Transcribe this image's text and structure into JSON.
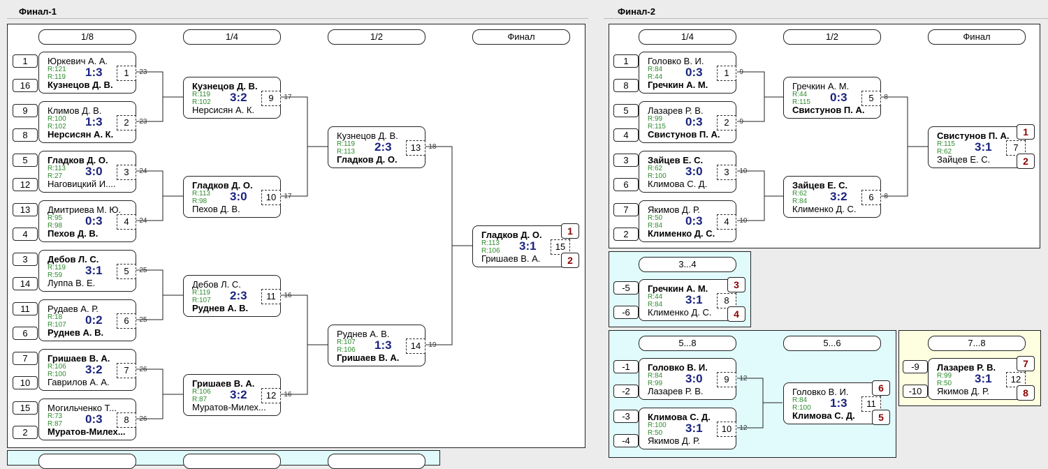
{
  "final1": {
    "title": "Финал-1",
    "rounds": [
      "1/8",
      "1/4",
      "1/2",
      "Финал"
    ],
    "seeds": [
      "1",
      "16",
      "9",
      "8",
      "5",
      "12",
      "13",
      "4",
      "3",
      "14",
      "11",
      "6",
      "7",
      "10",
      "15",
      "2"
    ],
    "matches": [
      {
        "p1": "Юркевич А. А.",
        "p2": "Кузнецов Д. В.",
        "r1": "R:121",
        "r2": "R:119",
        "score": "1:3",
        "num": "1",
        "diff": "-23"
      },
      {
        "p1": "Климов Д. В.",
        "p2": "Нерсисян А. К.",
        "r1": "R:100",
        "r2": "R:102",
        "score": "1:3",
        "num": "2",
        "diff": "-23"
      },
      {
        "p1": "Гладков Д. О.",
        "p2": "Наговицкий И....",
        "r1": "R:113",
        "r2": "R:27",
        "score": "3:0",
        "num": "3",
        "diff": "-24"
      },
      {
        "p1": "Дмитриева М. Ю.",
        "p2": "Пехов Д. В.",
        "r1": "R:95",
        "r2": "R:98",
        "score": "0:3",
        "num": "4",
        "diff": "-24"
      },
      {
        "p1": "Дебов Л. С.",
        "p2": "Луппа В. Е.",
        "r1": "R:119",
        "r2": "R:59",
        "score": "3:1",
        "num": "5",
        "diff": "-25"
      },
      {
        "p1": "Рудаев А. Р.",
        "p2": "Руднев А. В.",
        "r1": "R:18",
        "r2": "R:107",
        "score": "0:2",
        "num": "6",
        "diff": "-25"
      },
      {
        "p1": "Гришаев В. А.",
        "p2": "Гаврилов А. А.",
        "r1": "R:106",
        "r2": "R:100",
        "score": "3:2",
        "num": "7",
        "diff": "-26"
      },
      {
        "p1": "Могильченко Т...",
        "p2": "Муратов-Милех...",
        "r1": "R:73",
        "r2": "R:87",
        "score": "0:3",
        "num": "8",
        "diff": "-26"
      },
      {
        "p1": "Кузнецов Д. В.",
        "p2": "Нерсисян А. К.",
        "r1": "R:119",
        "r2": "R:102",
        "score": "3:2",
        "num": "9",
        "diff": "-17"
      },
      {
        "p1": "Гладков Д. О.",
        "p2": "Пехов Д. В.",
        "r1": "R:113",
        "r2": "R:98",
        "score": "3:0",
        "num": "10",
        "diff": "-17"
      },
      {
        "p1": "Дебов Л. С.",
        "p2": "Руднев А. В.",
        "r1": "R:119",
        "r2": "R:107",
        "score": "2:3",
        "num": "11",
        "diff": "-16"
      },
      {
        "p1": "Гришаев В. А.",
        "p2": "Муратов-Милех...",
        "r1": "R:106",
        "r2": "R:87",
        "score": "3:2",
        "num": "12",
        "diff": "-16"
      },
      {
        "p1": "Кузнецов Д. В.",
        "p2": "Гладков Д. О.",
        "r1": "R:119",
        "r2": "R:113",
        "score": "2:3",
        "num": "13",
        "diff": "-18"
      },
      {
        "p1": "Руднев А. В.",
        "p2": "Гришаев В. А.",
        "r1": "R:107",
        "r2": "R:106",
        "score": "1:3",
        "num": "14",
        "diff": "-19"
      },
      {
        "p1": "Гладков Д. О.",
        "p2": "Гришаев В. А.",
        "r1": "R:113",
        "r2": "R:106",
        "score": "3:1",
        "num": "15",
        "diff": "",
        "place1": "1",
        "place2": "2"
      }
    ]
  },
  "final2": {
    "title": "Финал-2",
    "rounds": [
      "1/4",
      "1/2",
      "Финал"
    ],
    "seeds": [
      "1",
      "8",
      "5",
      "4",
      "3",
      "6",
      "7",
      "2"
    ],
    "matches": [
      {
        "p1": "Головко В. И.",
        "p2": "Гречкин А. М.",
        "r1": "R:84",
        "r2": "R:44",
        "score": "0:3",
        "num": "1",
        "diff": "-9"
      },
      {
        "p1": "Лазарев Р. В.",
        "p2": "Свистунов П. А.",
        "r1": "R:99",
        "r2": "R:115",
        "score": "0:3",
        "num": "2",
        "diff": "-9"
      },
      {
        "p1": "Зайцев Е. С.",
        "p2": "Климова С. Д.",
        "r1": "R:62",
        "r2": "R:100",
        "score": "3:0",
        "num": "3",
        "diff": "-10"
      },
      {
        "p1": "Якимов Д. Р.",
        "p2": "Клименко Д. С.",
        "r1": "R:50",
        "r2": "R:84",
        "score": "0:3",
        "num": "4",
        "diff": "-10"
      },
      {
        "p1": "Гречкин А. М.",
        "p2": "Свистунов П. А.",
        "r1": "R:44",
        "r2": "R:115",
        "score": "0:3",
        "num": "5",
        "diff": "-8"
      },
      {
        "p1": "Зайцев Е. С.",
        "p2": "Клименко Д. С.",
        "r1": "R:62",
        "r2": "R:84",
        "score": "3:2",
        "num": "6",
        "diff": "-8"
      },
      {
        "p1": "Свистунов П. А.",
        "p2": "Зайцев Е. С.",
        "r1": "R:115",
        "r2": "R:62",
        "score": "3:1",
        "num": "7",
        "diff": "",
        "place1": "1",
        "place2": "2"
      }
    ],
    "third": {
      "header": "3...4",
      "seeds": [
        "-5",
        "-6"
      ],
      "match": {
        "p1": "Гречкин А. М.",
        "p2": "Клименко Д. С.",
        "r1": "R:44",
        "r2": "R:84",
        "score": "3:1",
        "num": "8",
        "place1": "3",
        "place2": "4"
      }
    },
    "fifth": {
      "headers": [
        "5...8",
        "5...6"
      ],
      "seeds": [
        "-1",
        "-2",
        "-3",
        "-4"
      ],
      "matches": [
        {
          "p1": "Головко В. И.",
          "p2": "Лазарев Р. В.",
          "r1": "R:84",
          "r2": "R:99",
          "score": "3:0",
          "num": "9",
          "diff": "-12"
        },
        {
          "p1": "Климова С. Д.",
          "p2": "Якимов Д. Р.",
          "r1": "R:100",
          "r2": "R:50",
          "score": "3:1",
          "num": "10",
          "diff": "-12"
        },
        {
          "p1": "Головко В. И.",
          "p2": "Климова С. Д.",
          "r1": "R:84",
          "r2": "R:100",
          "score": "1:3",
          "num": "11",
          "place1": "6",
          "place2": "5"
        }
      ]
    },
    "seventh": {
      "header": "7...8",
      "seeds": [
        "-9",
        "-10"
      ],
      "match": {
        "p1": "Лазарев Р. В.",
        "p2": "Якимов Д. Р.",
        "r1": "R:99",
        "r2": "R:50",
        "score": "3:1",
        "num": "12",
        "place1": "7",
        "place2": "8"
      }
    }
  }
}
